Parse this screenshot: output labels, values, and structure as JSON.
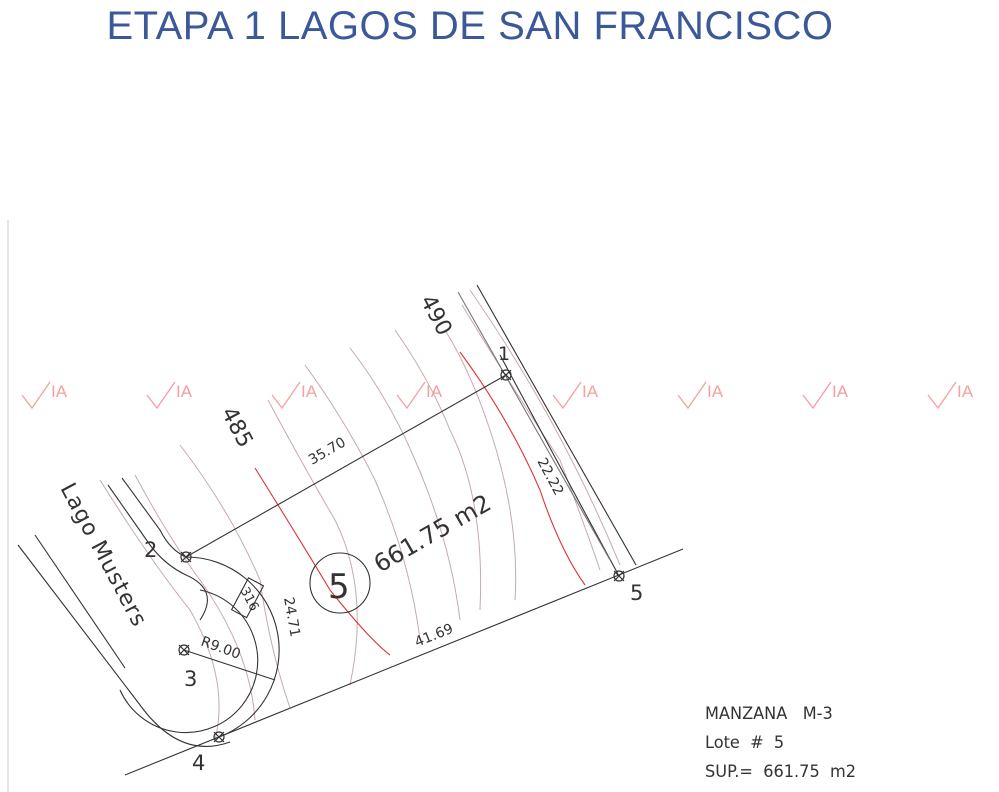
{
  "title": "ETAPA 1 LAGOS DE SAN FRANCISCO",
  "watermark": "IA",
  "plan": {
    "street_name": "Lago Musters",
    "lot_number": "5",
    "lot_area": "661.75 m2",
    "contours": [
      "485",
      "490"
    ],
    "dimensions": {
      "side_1_2": "35.70",
      "side_1_5": "22.22",
      "side_4_5": "41.69",
      "arc_2_4": "24.71",
      "radius": "R9.00",
      "arc_box": "316"
    },
    "vertices": [
      "1",
      "2",
      "3",
      "4",
      "5"
    ]
  },
  "legend": {
    "manzana": "MANZANA   M-3",
    "lote": "Lote  #  5",
    "sup": "SUP.=  661.75  m2"
  },
  "colors": {
    "title": "#3b5998",
    "contour_major": "#d33",
    "contour_minor": "#c9a9a9",
    "watermark": "#f4a0a0"
  }
}
